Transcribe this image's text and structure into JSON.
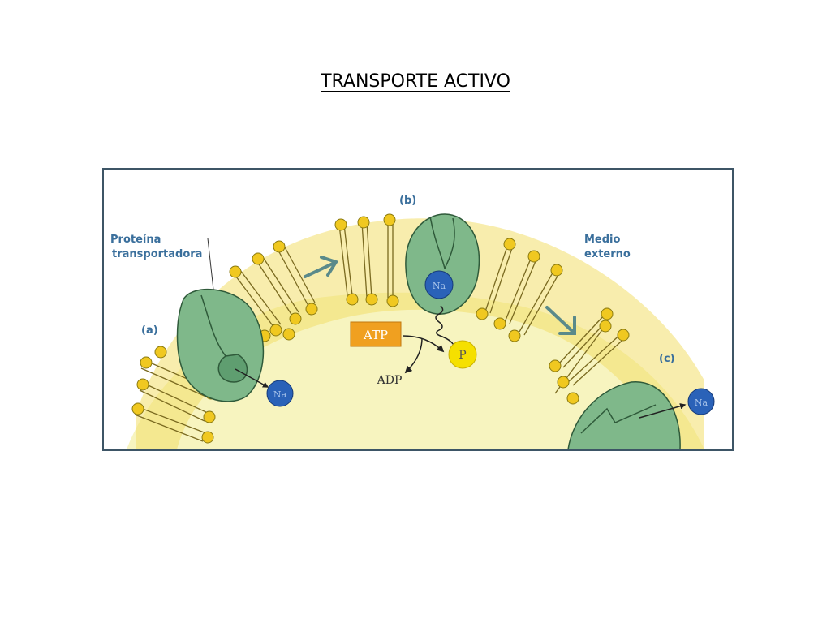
{
  "page": {
    "title": "TRANSPORTE ACTIVO"
  },
  "diagram": {
    "labels": {
      "protein_line1": "Proteína",
      "protein_line2": "transportadora",
      "medium_line1": "Medio",
      "medium_line2": "externo",
      "step_a": "(a)",
      "step_b": "(b)",
      "step_c": "(c)",
      "atp": "ATP",
      "adp": "ADP",
      "phosphate": "P",
      "sodium": "Na"
    },
    "colors": {
      "cytoplasm": "#f7f4bf",
      "membrane": "#f2de6a",
      "lipid_head": "#f0c820",
      "protein": "#7fb88a",
      "sodium_ion": "#2a62b8",
      "atp_box": "#f0a020",
      "arrow": "#5a8a8a",
      "label_blue": "#3a6f9c",
      "frame": "#3d5566"
    }
  }
}
